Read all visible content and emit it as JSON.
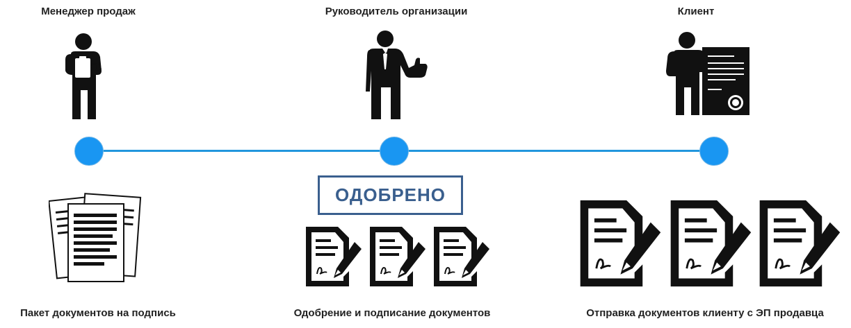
{
  "roles": [
    {
      "title": "Менеджер продаж",
      "icon": "sales-manager-clipboard"
    },
    {
      "title": "Руководитель организации",
      "icon": "director-thumbs-up"
    },
    {
      "title": "Клиент",
      "icon": "client-with-certificate"
    }
  ],
  "stamp": {
    "label": "ОДОБРЕНО"
  },
  "steps": [
    {
      "caption": "Пакет документов на подпись",
      "icon": "document-stack-icon"
    },
    {
      "caption": "Одобрение и подписание документов",
      "icon": "signed-document-icon",
      "count": 3
    },
    {
      "caption": "Отправка документов  клиенту с ЭП продавца",
      "icon": "signed-document-icon",
      "count": 3
    }
  ],
  "colors": {
    "timeline": "#2196dd",
    "node": "#1996f2",
    "stamp": "#3a5f8e",
    "icon": "#111111"
  }
}
